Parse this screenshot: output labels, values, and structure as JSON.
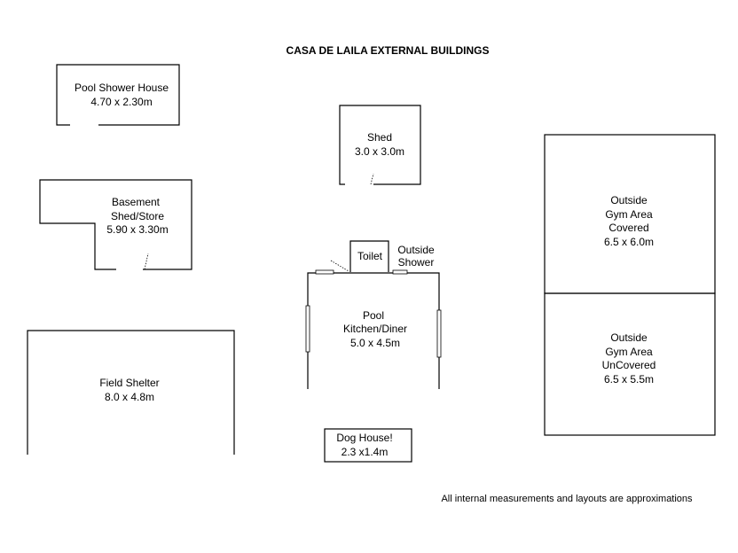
{
  "title": "CASA DE LAILA EXTERNAL BUILDINGS",
  "disclaimer": "All internal measurements and layouts are approximations",
  "rooms": {
    "pool_shower_house": {
      "name": "Pool Shower House",
      "size": "4.70 x 2.30m"
    },
    "shed": {
      "name": "Shed",
      "size": "3.0 x 3.0m"
    },
    "basement_store": {
      "name_line1": "Basement",
      "name_line2": "Shed/Store",
      "size": "5.90 x 3.30m"
    },
    "toilet": {
      "name": "Toilet"
    },
    "outside_shower": {
      "name_line1": "Outside",
      "name_line2": "Shower"
    },
    "pool_kitchen": {
      "name_line1": "Pool",
      "name_line2": "Kitchen/Diner",
      "size": "5.0 x 4.5m"
    },
    "gym_covered": {
      "name_line1": "Outside",
      "name_line2": "Gym Area",
      "name_line3": "Covered",
      "size": "6.5 x 6.0m"
    },
    "gym_uncovered": {
      "name_line1": "Outside",
      "name_line2": "Gym Area",
      "name_line3": "UnCovered",
      "size": "6.5 x 5.5m"
    },
    "field_shelter": {
      "name": "Field Shelter",
      "size": "8.0 x 4.8m"
    },
    "dog_house": {
      "name": "Dog House!",
      "size": "2.3 x1.4m"
    }
  }
}
